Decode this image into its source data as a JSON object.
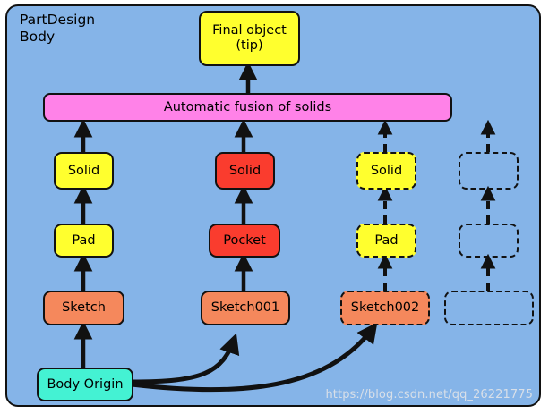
{
  "diagram": {
    "title": "PartDesign\nBody",
    "background_color": "#85b4e8",
    "watermark": "https://blog.csdn.net/qq_26221775",
    "nodes": {
      "tip": "Final object\n(tip)",
      "fusion": "Automatic fusion of solids",
      "col1": {
        "solid": "Solid",
        "feature": "Pad",
        "sketch": "Sketch"
      },
      "col2": {
        "solid": "Solid",
        "feature": "Pocket",
        "sketch": "Sketch001"
      },
      "col3": {
        "solid": "Solid",
        "feature": "Pad",
        "sketch": "Sketch002"
      },
      "col4": {
        "solid": "",
        "feature": "",
        "sketch": ""
      },
      "origin": "Body Origin"
    },
    "colors": {
      "yellow": "#ffff2e",
      "red": "#fa3c2e",
      "orange": "#f5885c",
      "pink": "#ff82e8",
      "cyan": "#44f2d3",
      "outline": "#111111"
    }
  }
}
